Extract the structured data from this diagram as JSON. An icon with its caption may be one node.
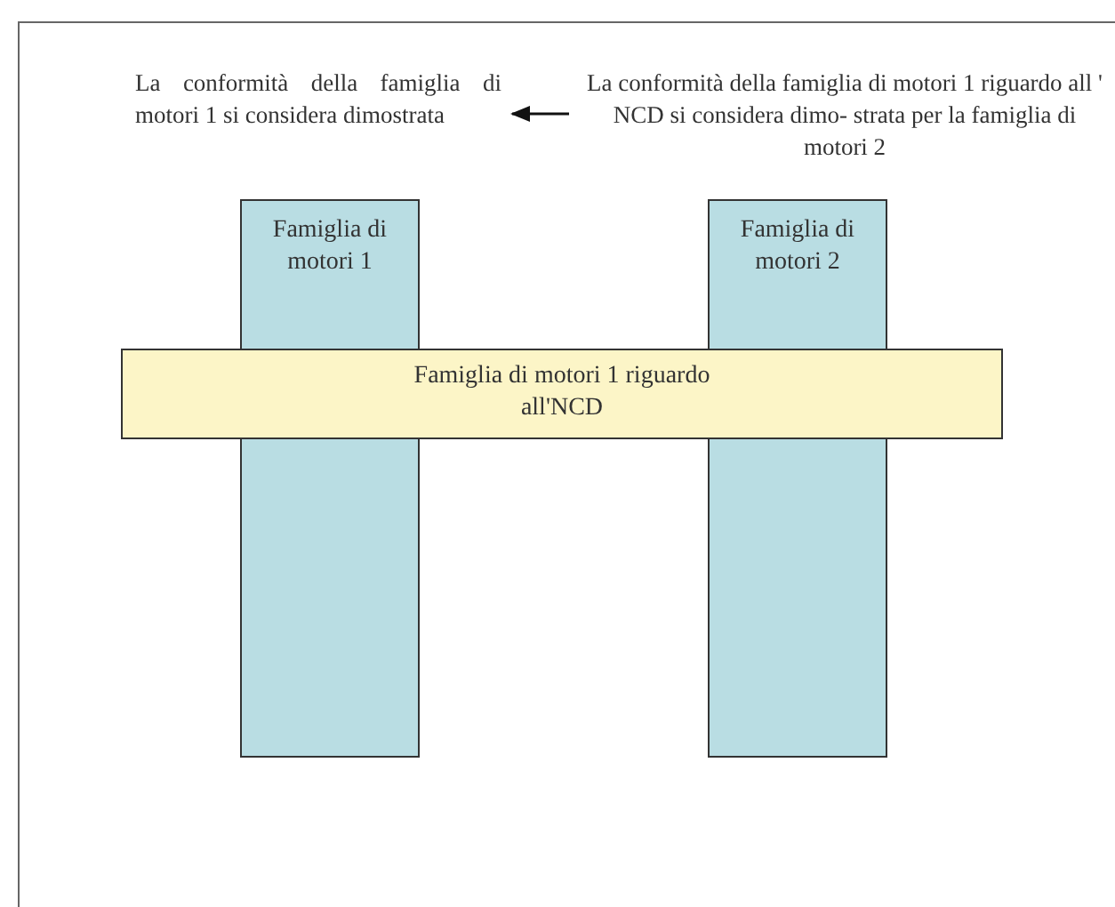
{
  "diagram": {
    "nodes": [
      {
        "text": [
          "La conformità della famiglia di motori 1 si considera dimostrata"
        ]
      },
      {
        "text": [
          "La conformità della famiglia di motori 1 riguardo all ' NCD si considera dimo- strata per la famiglia di motori 2"
        ]
      },
      {
        "text": [
          "Famiglia di motori 1"
        ]
      },
      {
        "text": [
          "Famiglia di motori 2"
        ]
      },
      {
        "text": [
          "Famiglia di motori 1 riguardo all'NCD"
        ]
      },
      {
        "text": [],
        "shape": "bar"
      },
      {
        "text": [],
        "shape": "bar"
      }
    ],
    "edges": [
      {
        "from": 1,
        "to": 0,
        "arrow": "to"
      }
    ]
  }
}
